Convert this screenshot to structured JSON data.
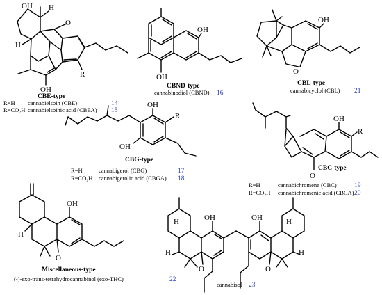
{
  "cbe": {
    "atoms": {
      "oh_top": "OH",
      "h_top": "H",
      "o_ring": "O",
      "h_left": "H",
      "oh_bottom": "OH",
      "r": "R"
    },
    "type_label": "CBE-type",
    "rows": [
      {
        "r": "R=H",
        "name": "cannabielsoin (CBE)",
        "num": "14"
      },
      {
        "r": "R=CO₂H",
        "name": "cannabielsoinic acid (CBEA)",
        "num": "15"
      }
    ]
  },
  "cbnd": {
    "atoms": {
      "oh_top": "OH",
      "oh_bottom": "OH"
    },
    "type_label": "CBND-type",
    "name": "cannabinodiol (CBND)",
    "num": "16"
  },
  "cbl": {
    "atoms": {
      "oh": "OH",
      "o": "O"
    },
    "type_label": "CBL-type",
    "name": "cannabicyclol (CBL)",
    "num": "21"
  },
  "cbg": {
    "atoms": {
      "oh_top": "OH",
      "r": "R",
      "oh_left": "OH"
    },
    "type_label": "CBG-type",
    "rows": [
      {
        "r": "R=H",
        "name": "cannabigerol (CBG)",
        "num": "17"
      },
      {
        "r": "R=CO₂H",
        "name": "cannabigerolic acid (CBGA)",
        "num": "18"
      }
    ]
  },
  "cbc": {
    "atoms": {
      "oh": "OH",
      "r": "R",
      "o": "O"
    },
    "type_label": "CBC-type",
    "rows": [
      {
        "r": "R=H",
        "name": "cannabichromene (CBC)",
        "num": "19"
      },
      {
        "r": "R=CO₂H",
        "name": "cannabichromenic acid (CBCA)",
        "num": "20"
      }
    ]
  },
  "misc": {
    "atoms": {
      "oh": "OH",
      "h": "H",
      "o": "O"
    },
    "type_label": "Miscellaneous-type",
    "name": "(-)-exo-trans-tetrahydrocannabinol (exo-THC)",
    "num": "22"
  },
  "cannabisol": {
    "atoms": {
      "oh_left": "OH",
      "oh_right": "OH",
      "h1": "H",
      "h2": "H",
      "h3": "H",
      "h4": "H",
      "o_left": "O",
      "o_right": "O"
    },
    "name": "cannabisol",
    "num": "23"
  }
}
